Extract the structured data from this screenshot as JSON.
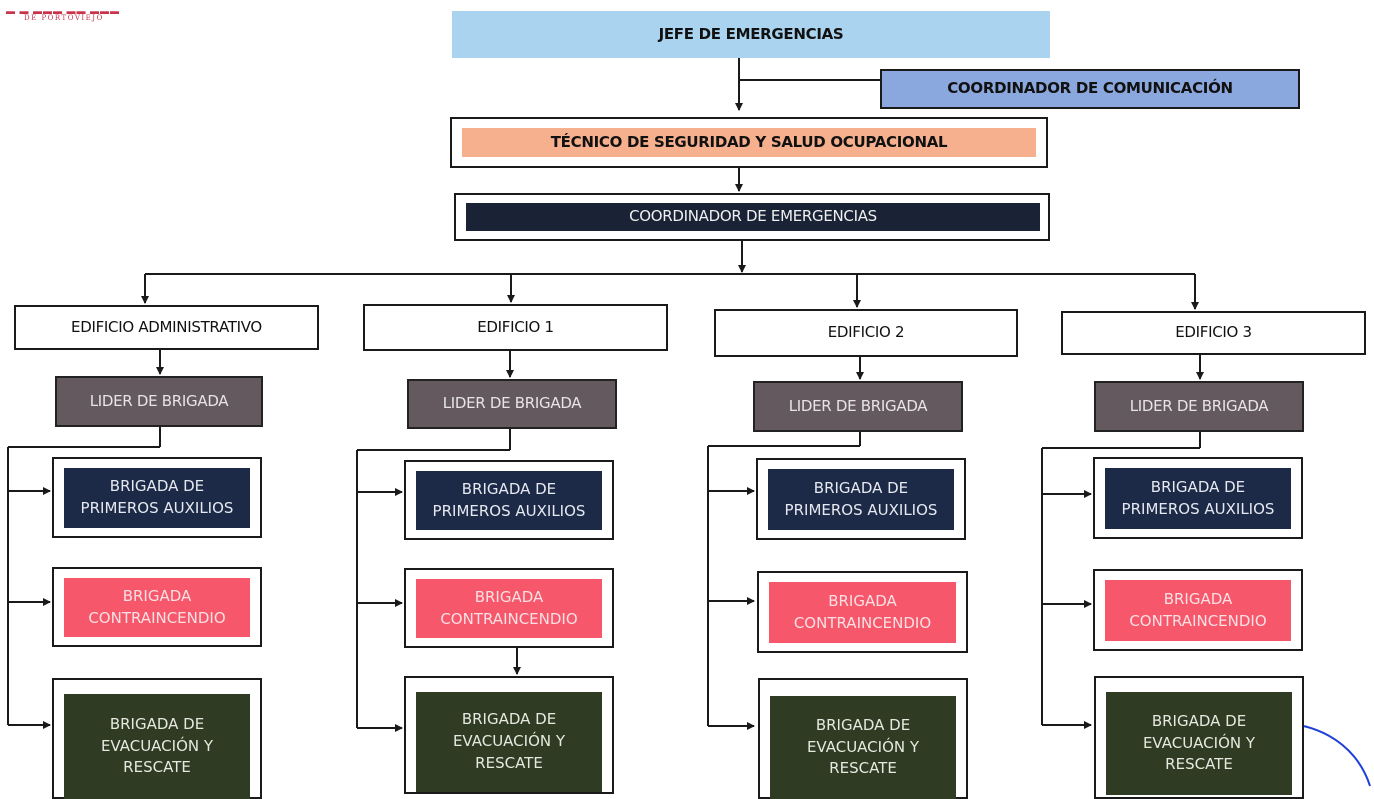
{
  "logo": {
    "bars": "▬ ▬ ▬▬▬ ▬▬ ▬▬▬",
    "subtitle": "DE PORTOVIEJO"
  },
  "top": {
    "jefe": "JEFE DE EMERGENCIAS",
    "coordinador_comunicacion": "COORDINADOR DE COMUNICACIÓN",
    "tecnico": "TÉCNICO DE SEGURIDAD Y SALUD OCUPACIONAL",
    "coordinador_emergencias": "COORDINADOR DE EMERGENCIAS"
  },
  "buildings": [
    {
      "name": "EDIFICIO ADMINISTRATIVO",
      "leader": "LIDER DE BRIGADA",
      "aux": [
        "BRIGADA DE",
        "PRIMEROS AUXILIOS"
      ],
      "fire": [
        "BRIGADA",
        "CONTRAINCENDIO"
      ],
      "evac": [
        "BRIGADA DE",
        "EVACUACIÓN Y",
        "RESCATE"
      ]
    },
    {
      "name": "EDIFICIO 1",
      "leader": "LIDER DE BRIGADA",
      "aux": [
        "BRIGADA DE",
        "PRIMEROS AUXILIOS"
      ],
      "fire": [
        "BRIGADA",
        "CONTRAINCENDIO"
      ],
      "evac": [
        "BRIGADA DE",
        "EVACUACIÓN Y",
        "RESCATE"
      ]
    },
    {
      "name": "EDIFICIO 2",
      "leader": "LIDER DE BRIGADA",
      "aux": [
        "BRIGADA DE",
        "PRIMEROS AUXILIOS"
      ],
      "fire": [
        "BRIGADA",
        "CONTRAINCENDIO"
      ],
      "evac": [
        "BRIGADA DE",
        "EVACUACIÓN Y",
        "RESCATE"
      ]
    },
    {
      "name": "EDIFICIO 3",
      "leader": "LIDER DE BRIGADA",
      "aux": [
        "BRIGADA DE",
        "PRIMEROS AUXILIOS"
      ],
      "fire": [
        "BRIGADA",
        "CONTRAINCENDIO"
      ],
      "evac": [
        "BRIGADA DE",
        "EVACUACIÓN Y",
        "RESCATE"
      ]
    }
  ],
  "colors": {
    "jefe": "#a9d3ee",
    "coordinador_comunicacion": "#8aa7de",
    "tecnico": "#f6b08d",
    "coordinador_emergencias": "#1a2236",
    "lider": "#64595e",
    "primeros_auxilios": "#1c2a48",
    "contraincendio": "#f6576b",
    "evacuacion": "#2f3b23",
    "stamp": "#1f3fd6"
  }
}
